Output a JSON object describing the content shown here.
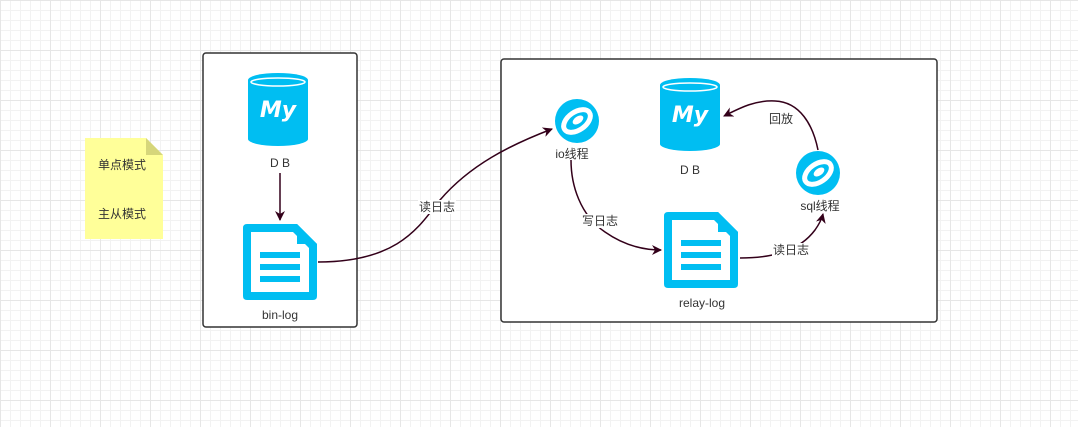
{
  "note": {
    "line1": "单点模式",
    "line2": "主从模式",
    "fill_color": "#ffff99",
    "fold_color": "#d6d67a"
  },
  "master": {
    "db_label": "D B",
    "db_icon_text": "My",
    "log_label": "bin-log"
  },
  "slave": {
    "io_label": "io线程",
    "db_label": "D B",
    "db_icon_text": "My",
    "sql_label": "sql线程",
    "log_label": "relay-log"
  },
  "edges": {
    "read_log_1": "读日志",
    "write_log": "写日志",
    "read_log_2": "读日志",
    "replay": "回放"
  },
  "colors": {
    "icon": "#00bef2",
    "edge": "#33001a",
    "box_border": "#333333"
  }
}
